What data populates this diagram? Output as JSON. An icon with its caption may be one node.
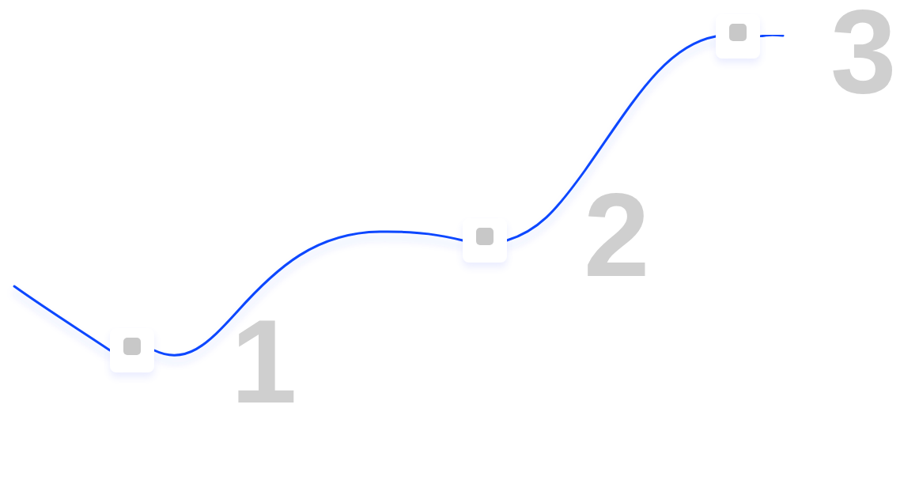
{
  "diagram": {
    "nodes": [
      {
        "text": [],
        "shape": "box",
        "beside": [
          "1"
        ]
      },
      {
        "text": [],
        "shape": "box",
        "beside": [
          "2"
        ]
      },
      {
        "text": [],
        "shape": "box",
        "beside": [
          "3"
        ]
      }
    ],
    "edges": [
      {
        "from": null,
        "to": 0,
        "arrow": "none"
      },
      {
        "from": 0,
        "to": 1,
        "arrow": "none"
      },
      {
        "from": 1,
        "to": 2,
        "arrow": "none"
      },
      {
        "from": 2,
        "to": null,
        "arrow": "none"
      }
    ]
  }
}
